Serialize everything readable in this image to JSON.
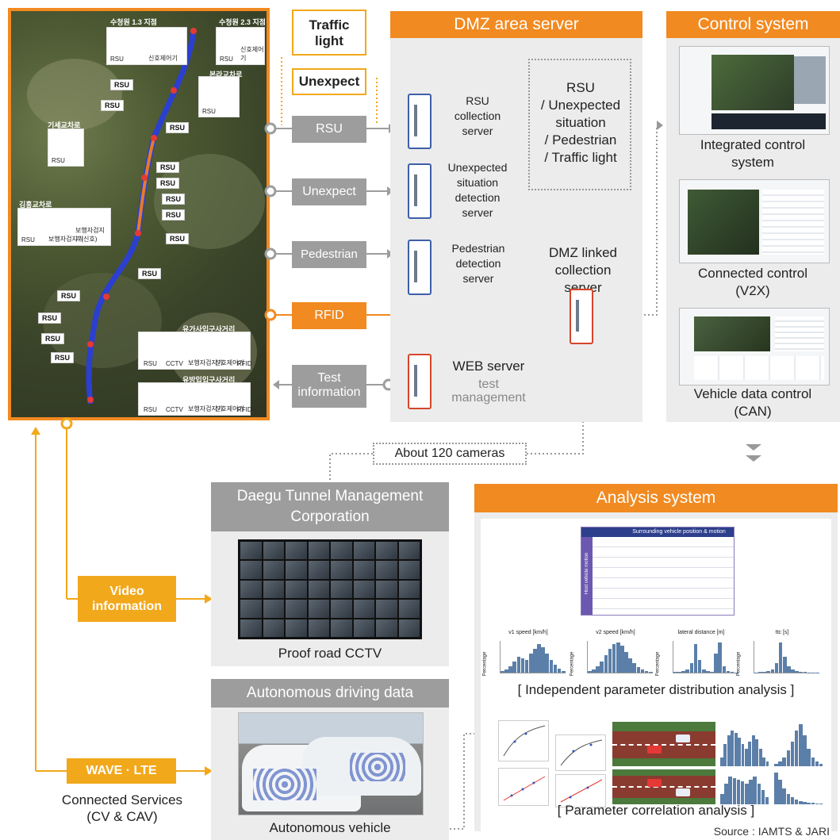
{
  "colors": {
    "orange": "#f18a21",
    "yellow": "#f2a81b",
    "grey": "#9d9d9d",
    "panel": "#ececec",
    "blue_server": "#3d5fa8",
    "red_server": "#d6452b"
  },
  "map": {
    "tags": [
      "RSU",
      "RSU",
      "RSU",
      "RSU",
      "RSU",
      "RSU",
      "RSU",
      "RSU",
      "RSU",
      "RSU",
      "RSU",
      "RSU",
      "RSU"
    ],
    "thumb_labels_1": [
      "RSU",
      "CCTV",
      "보행자검지기",
      "신호제어기",
      "RFID"
    ],
    "thumb_labels_2": [
      "RSU",
      "CCTV",
      "보행자검지기",
      "신호제어기",
      "RFID"
    ],
    "place_1": "유가사입구사거리",
    "place_2": "유방입입구사거리",
    "place_3": "기세교차로",
    "place_4": "김홍교차로",
    "place_5": "수청원 1.3 지점",
    "place_6": "수청원 2.3 지점",
    "place_7": "본라교차로",
    "thumb_small": [
      "RSU",
      "신호제어기",
      "RSU",
      "신호제어기",
      "RSU",
      "RSU",
      "RSU",
      "보행자검지기",
      "RSU",
      "보행자검지기(신호)"
    ]
  },
  "legend_inputs": {
    "traffic_light": "Traffic\nlight",
    "unexpect": "Unexpect"
  },
  "left_buttons": {
    "rsu": "RSU",
    "unexpect": "Unexpect",
    "pedestrian": "Pedestrian",
    "rfid": "RFID",
    "test_information": "Test information"
  },
  "dmz": {
    "title": "DMZ area server",
    "rsu_server": "RSU\ncollection\nserver",
    "unexpected_server": "Unexpected\nsituation\ndetection\nserver",
    "pedestrian_server": "Pedestrian\ndetection\nserver",
    "web_server": "WEB server",
    "web_sub": "test\nmanagement",
    "combined_box": "RSU\n/ Unexpected\nsituation\n/ Pedestrian\n/ Traffic light",
    "linked_server": "DMZ linked\ncollection server"
  },
  "control": {
    "title": "Control system",
    "items": [
      "Integrated control\nsystem",
      "Connected control\n(V2X)",
      "Vehicle data control\n(CAN)"
    ]
  },
  "cameras": "About 120 cameras",
  "tunnel": {
    "title": "Daegu Tunnel Management\nCorporation",
    "caption": "Proof road CCTV"
  },
  "video_info": "Video\ninformation",
  "autonomous": {
    "title": "Autonomous driving data",
    "caption": "Autonomous vehicle"
  },
  "wave": "WAVE · LTE",
  "connected_services": "Connected Services\n(CV & CAV)",
  "analysis": {
    "title": "Analysis system",
    "table_header": "Surrounding vehicle position & motion",
    "table_side": "Host vehicle motion",
    "hist_titles": [
      "v1 speed [km/h]",
      "v2 speed [km/h]",
      "lateral distance [m]",
      "ttc [s]"
    ],
    "hist_ylabel": "Percentage",
    "caption_1": "[ Independent parameter distribution analysis ]",
    "caption_2": "[ Parameter correlation analysis ]"
  },
  "source": "Source : IAMTS & JARI"
}
